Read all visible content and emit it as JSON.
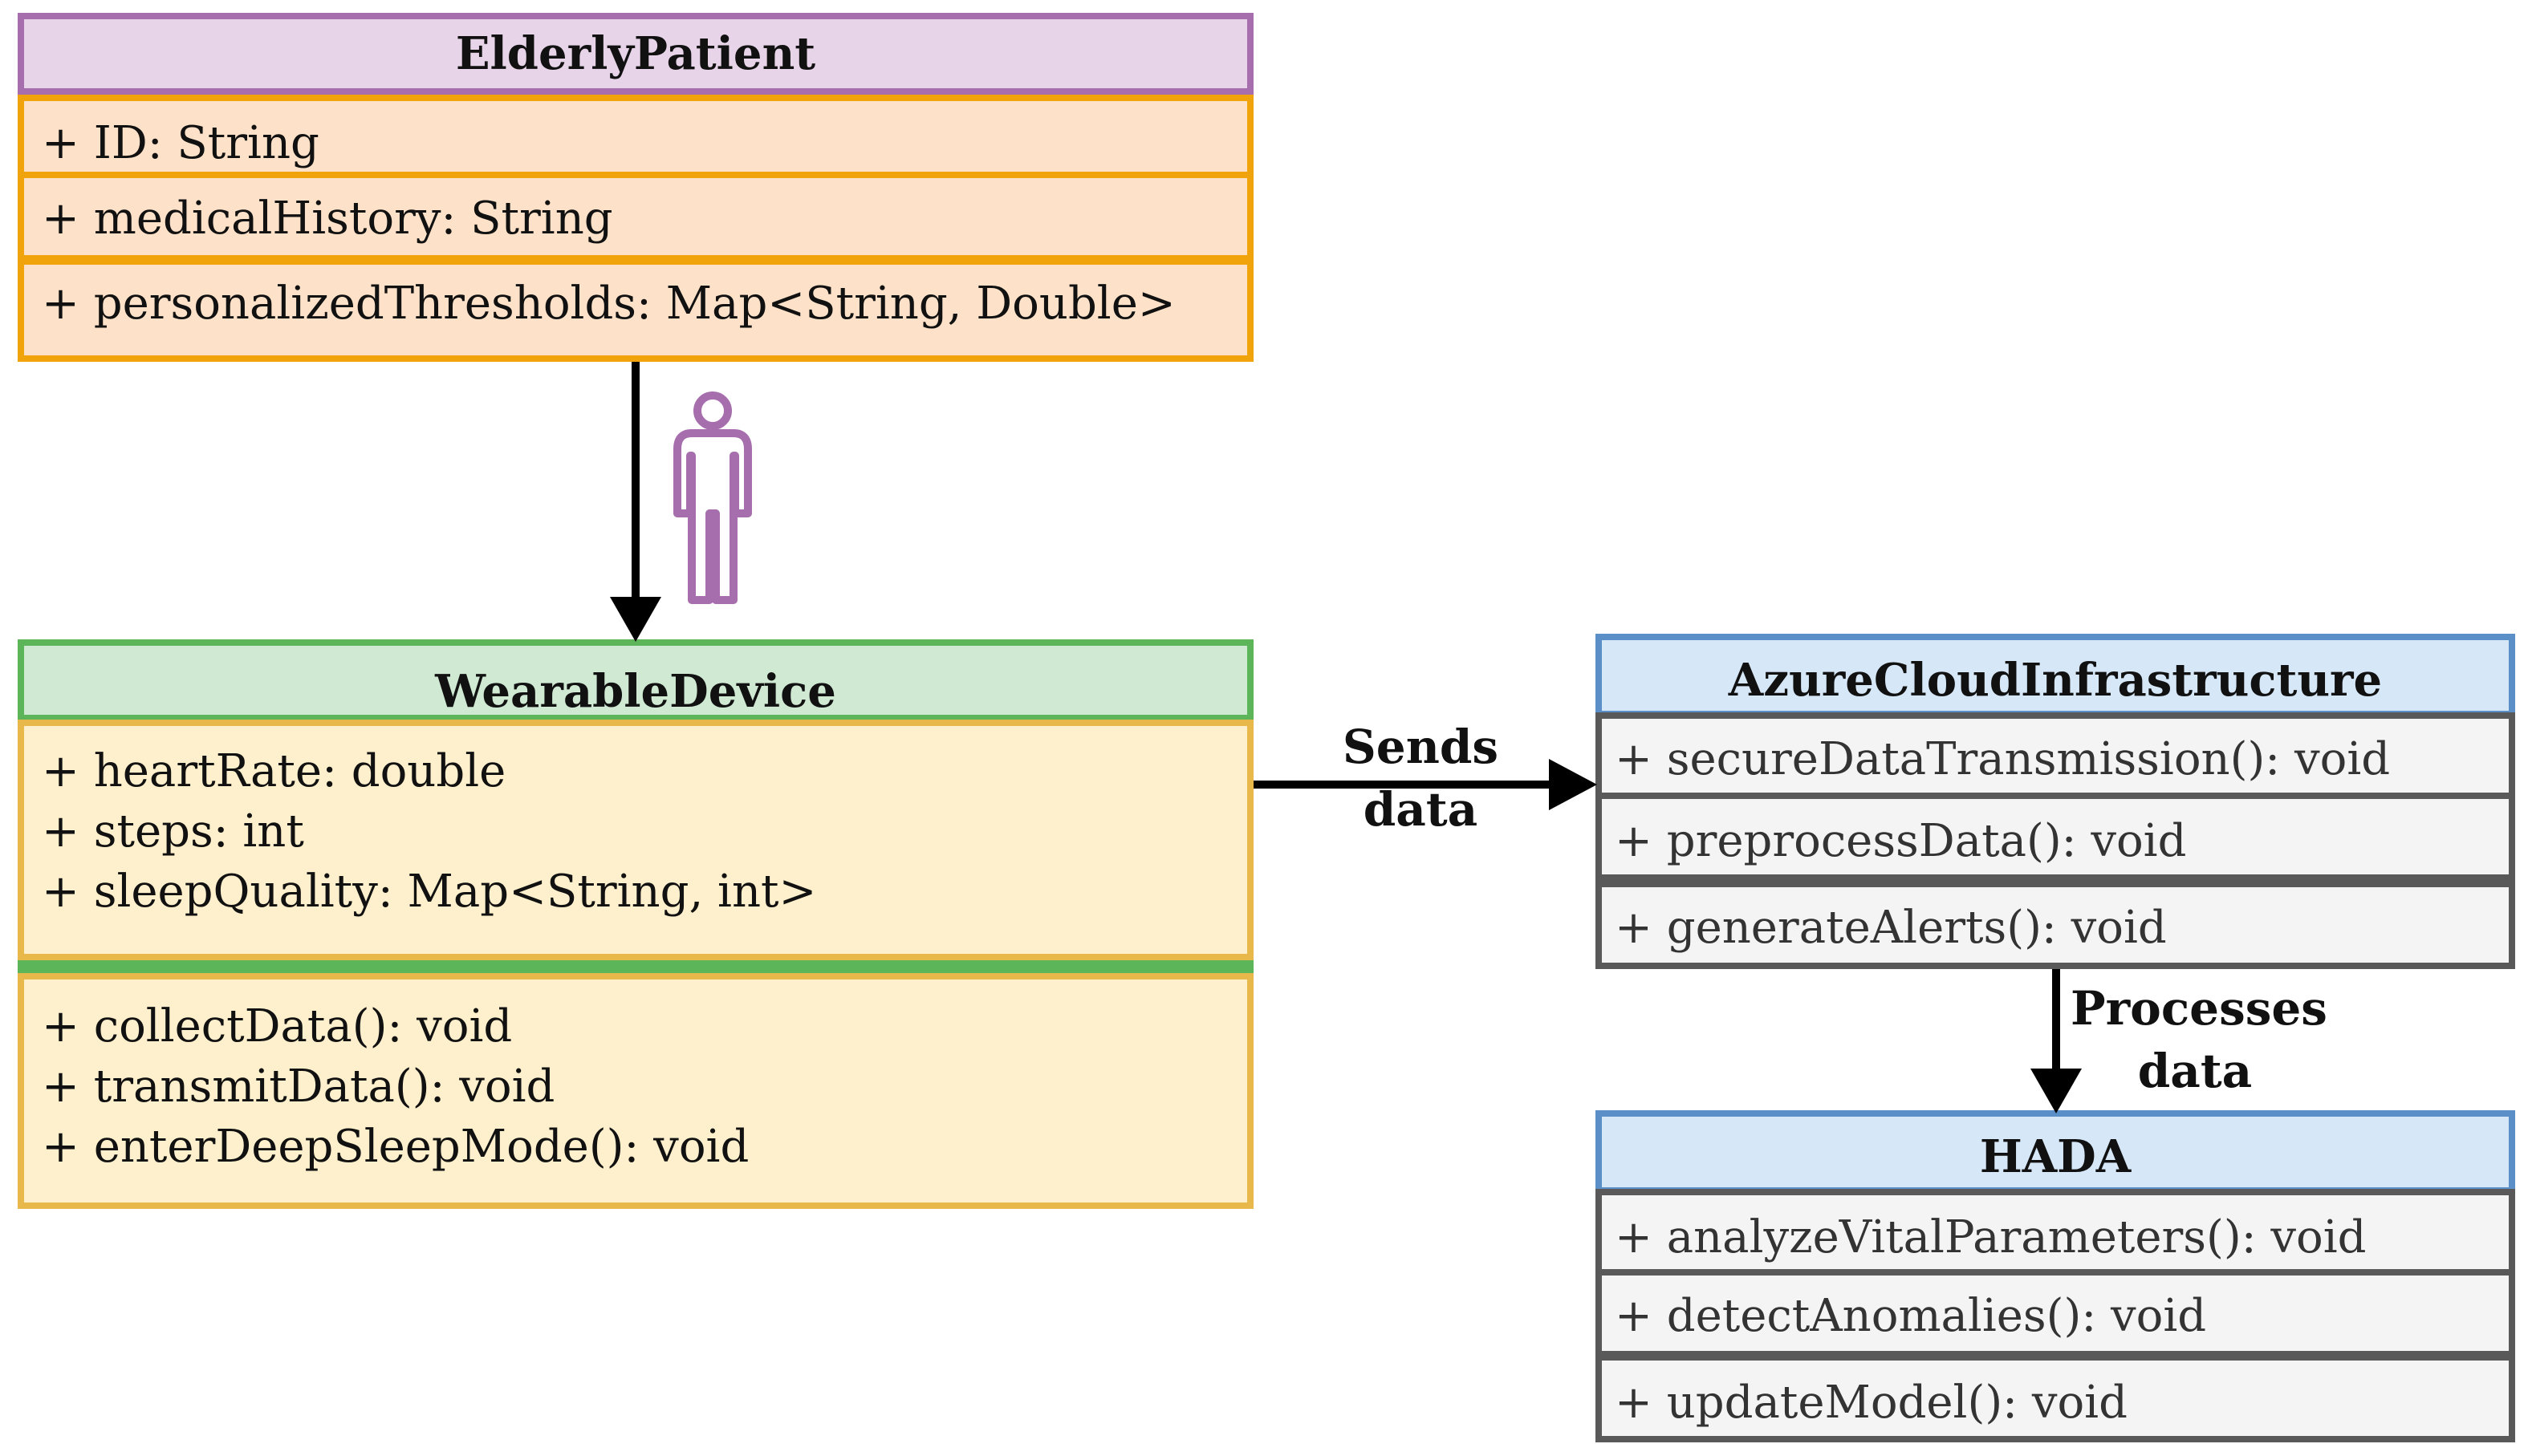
{
  "classes": {
    "elderly_patient": {
      "name": "ElderlyPatient",
      "attributes": [
        "+ ID: String",
        "+ medicalHistory: String",
        "+ personalizedThresholds: Map<String, Double>"
      ]
    },
    "wearable_device": {
      "name": "WearableDevice",
      "attributes": [
        "+ heartRate: double",
        "+ steps: int",
        "+ sleepQuality: Map<String, int>"
      ],
      "methods": [
        "+ collectData(): void",
        "+ transmitData(): void",
        "+ enterDeepSleepMode(): void"
      ]
    },
    "azure": {
      "name": "AzureCloudInfrastructure",
      "methods": [
        "+ secureDataTransmission(): void",
        "+ preprocessData(): void",
        "+ generateAlerts(): void"
      ]
    },
    "hada": {
      "name": "HADA",
      "methods": [
        "+ analyzeVitalParameters(): void",
        "+ detectAnomalies(): void",
        "+ updateModel(): void"
      ]
    }
  },
  "edges": {
    "sends": {
      "line1": "Sends",
      "line2": "data"
    },
    "processes": {
      "line1": "Processes",
      "line2": "data"
    }
  },
  "icons": {
    "patient": "person-icon"
  },
  "colors": {
    "purple": "#A66EAD",
    "purple_fill": "#E8D4E8",
    "orange": "#F0A30A",
    "orange_fill": "#FDE2C9",
    "green": "#5DB55A",
    "green_fill": "#CFE9D3",
    "yellow": "#E8B84B",
    "yellow_fill": "#FEF0CC",
    "blue": "#5B8FC8",
    "blue_fill": "#D6E7F8",
    "gray": "#595959",
    "gray_fill": "#F4F4F4"
  }
}
